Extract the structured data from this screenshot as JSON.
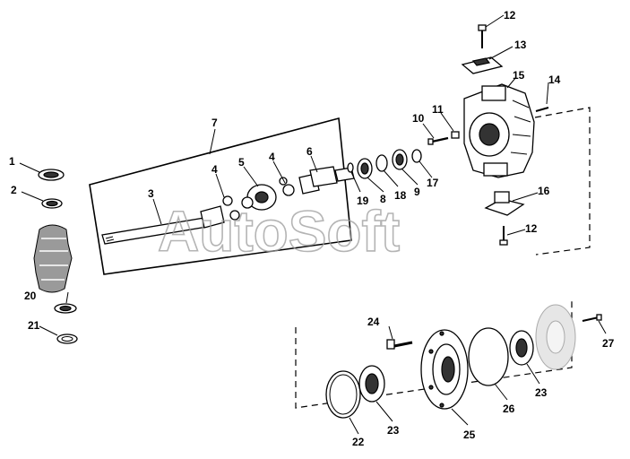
{
  "watermark": "AutoSoft",
  "callouts": [
    {
      "id": "p1",
      "label": "1"
    },
    {
      "id": "p2",
      "label": "2"
    },
    {
      "id": "p3",
      "label": "3"
    },
    {
      "id": "p4a",
      "label": "4"
    },
    {
      "id": "p4b",
      "label": "4"
    },
    {
      "id": "p5",
      "label": "5"
    },
    {
      "id": "p6",
      "label": "6"
    },
    {
      "id": "p7",
      "label": "7"
    },
    {
      "id": "p8",
      "label": "8"
    },
    {
      "id": "p9",
      "label": "9"
    },
    {
      "id": "p10",
      "label": "10"
    },
    {
      "id": "p11",
      "label": "11"
    },
    {
      "id": "p12a",
      "label": "12"
    },
    {
      "id": "p12b",
      "label": "12"
    },
    {
      "id": "p13",
      "label": "13"
    },
    {
      "id": "p14",
      "label": "14"
    },
    {
      "id": "p15",
      "label": "15"
    },
    {
      "id": "p16",
      "label": "16"
    },
    {
      "id": "p17",
      "label": "17"
    },
    {
      "id": "p18",
      "label": "18"
    },
    {
      "id": "p19",
      "label": "19"
    },
    {
      "id": "p20",
      "label": "20"
    },
    {
      "id": "p21",
      "label": "21"
    },
    {
      "id": "p22",
      "label": "22"
    },
    {
      "id": "p23a",
      "label": "23"
    },
    {
      "id": "p23b",
      "label": "23"
    },
    {
      "id": "p24",
      "label": "24"
    },
    {
      "id": "p25",
      "label": "25"
    },
    {
      "id": "p26",
      "label": "26"
    },
    {
      "id": "p27",
      "label": "27"
    }
  ]
}
